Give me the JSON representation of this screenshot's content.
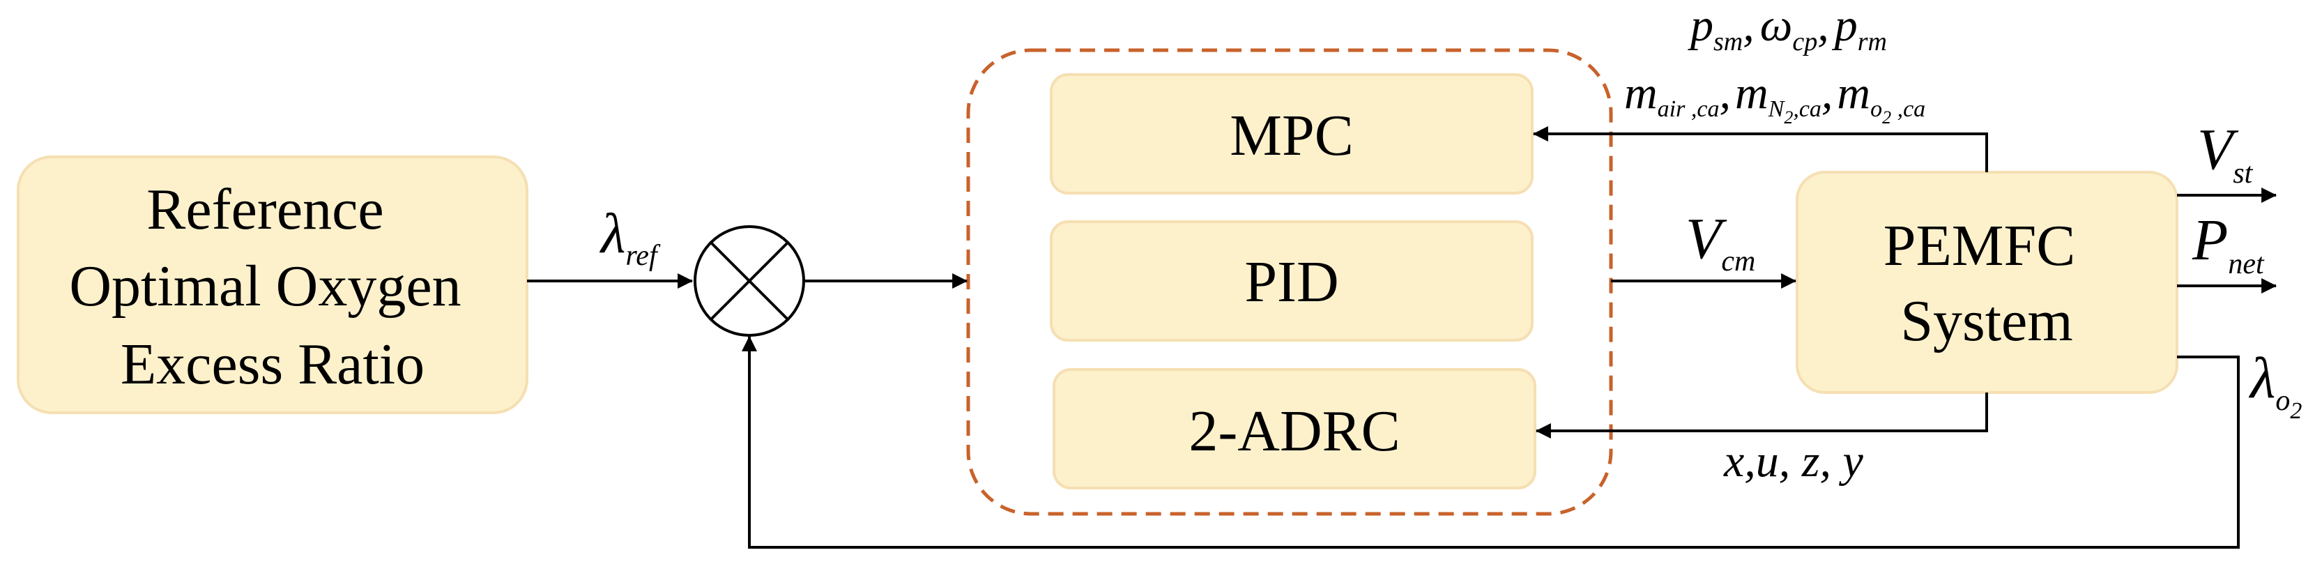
{
  "blocks": {
    "reference": {
      "lines": [
        "Reference",
        "Optimal Oxygen",
        "Excess Ratio"
      ]
    },
    "mpc": {
      "label": "MPC"
    },
    "pid": {
      "label": "PID"
    },
    "adrc": {
      "label": "2-ADRC"
    },
    "pemfc": {
      "lines": [
        "PEMFC",
        "System"
      ]
    }
  },
  "signals": {
    "lambda_ref": {
      "main": "λ",
      "sub": "ref"
    },
    "v_cm": {
      "main": "V",
      "sub": "cm"
    },
    "v_st": {
      "main": "V",
      "sub": "st"
    },
    "p_net": {
      "main": "P",
      "sub": "net"
    },
    "lambda_o2": {
      "main": "λ",
      "sub": "o",
      "subsub": "2"
    },
    "p_sm": {
      "main": "p",
      "sub": "sm"
    },
    "omega_cp": {
      "main": "ω",
      "sub": "cp"
    },
    "p_rm": {
      "main": "p",
      "sub": "rm"
    },
    "m_air": {
      "main": "m",
      "sub": "air ,ca"
    },
    "m_n2": {
      "main": "m",
      "sub": "N",
      "subsub": "2",
      "tail": ",ca"
    },
    "m_o2": {
      "main": "m",
      "sub": "o",
      "subsub": "2",
      "tail": " ,ca"
    },
    "separator": ",",
    "states": "x,u, z, y"
  },
  "colors": {
    "block_fill": "#fdf1cc",
    "block_stroke": "#f5dfb2",
    "dashed_group": "#c8622b",
    "line": "#000000"
  }
}
